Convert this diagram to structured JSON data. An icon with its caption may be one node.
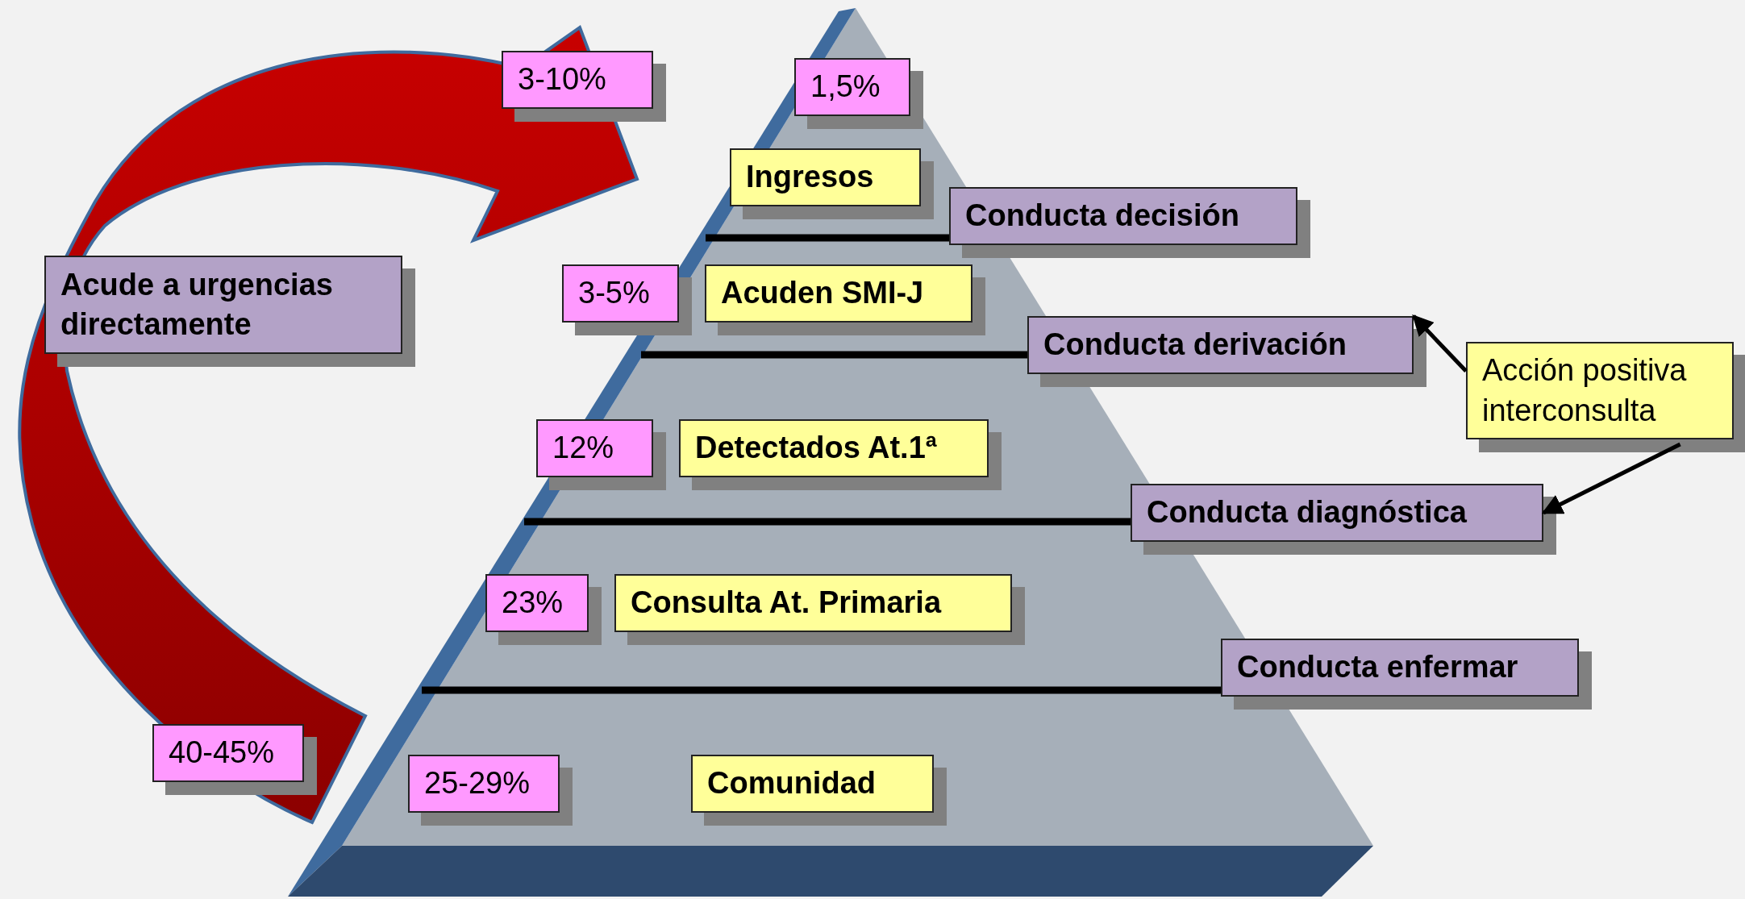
{
  "diagram": {
    "nodes": [
      {
        "text": [
          "3-10%"
        ]
      },
      {
        "text": [
          "1,5%"
        ]
      },
      {
        "text": [
          "Ingresos"
        ]
      },
      {
        "text": [
          "Conducta decisión"
        ]
      },
      {
        "text": [
          "Acude a urgencias directamente"
        ]
      },
      {
        "text": [
          "3-5%"
        ]
      },
      {
        "text": [
          "Acuden SMI-J"
        ]
      },
      {
        "text": [
          "Conducta derivación"
        ]
      },
      {
        "text": [
          "Acción positiva interconsulta"
        ]
      },
      {
        "text": [
          "12%"
        ]
      },
      {
        "text": [
          "Detectados At.1ª"
        ]
      },
      {
        "text": [
          "Conducta diagnóstica"
        ]
      },
      {
        "text": [
          "23%"
        ]
      },
      {
        "text": [
          "Consulta At. Primaria"
        ]
      },
      {
        "text": [
          "Conducta enfermar"
        ]
      },
      {
        "text": [
          "40-45%"
        ]
      },
      {
        "text": [
          "25-29%"
        ]
      },
      {
        "text": [
          "Comunidad"
        ]
      }
    ],
    "edges": [
      {
        "from": 8,
        "to": 7,
        "arrow": "to"
      },
      {
        "from": 8,
        "to": 11,
        "arrow": "to"
      }
    ]
  }
}
